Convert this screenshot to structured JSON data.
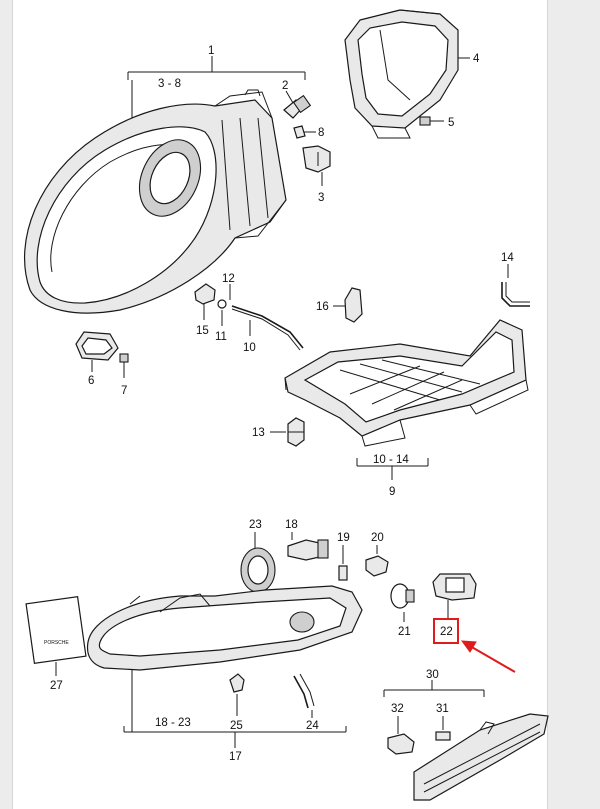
{
  "callouts": {
    "c1": "1",
    "c3_8": "3 - 8",
    "c2": "2",
    "c8": "8",
    "c3": "3",
    "c4": "4",
    "c5": "5",
    "c12": "12",
    "c15": "15",
    "c11": "11",
    "c10": "10",
    "c16": "16",
    "c14": "14",
    "c6": "6",
    "c7": "7",
    "c13": "13",
    "c10_14": "10 - 14",
    "c9": "9",
    "c23": "23",
    "c18": "18",
    "c19": "19",
    "c20": "20",
    "c21": "21",
    "c22": "22",
    "c27": "27",
    "c18_23": "18 - 23",
    "c25": "25",
    "c24": "24",
    "c17": "17",
    "c30": "30",
    "c32": "32",
    "c31": "31"
  },
  "plate_text": "PORSCHE",
  "highlight": {
    "part": "22",
    "color": "#e01b1b"
  }
}
